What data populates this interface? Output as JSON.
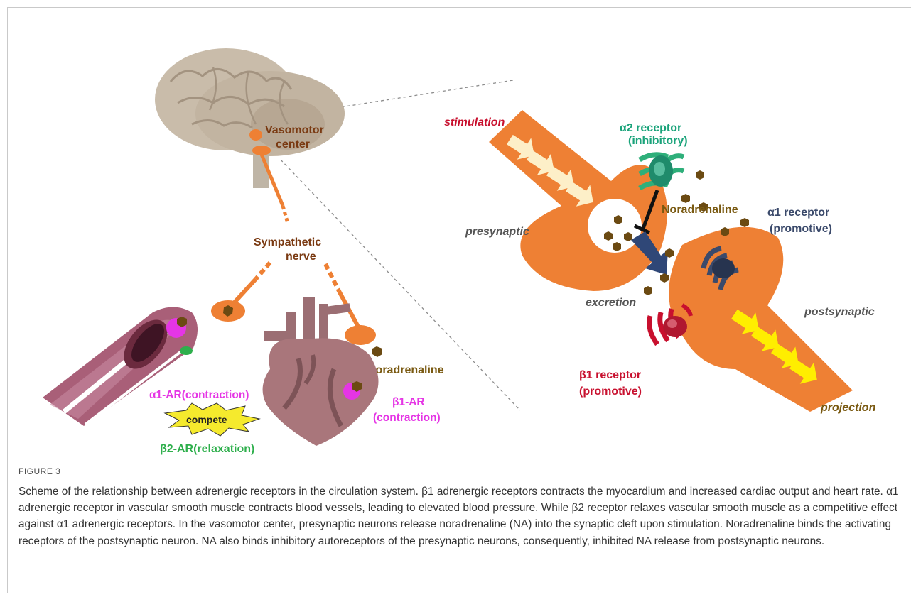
{
  "figure": {
    "label": "FIGURE 3",
    "caption": "Scheme of the relationship between adrenergic receptors in the circulation system. β1 adrenergic receptors contracts the myocardium and increased cardiac output and heart rate. α1 adrenergic receptor in vascular smooth muscle contracts blood vessels, leading to elevated blood pressure. While β2 receptor relaxes vascular smooth muscle as a competitive effect against α1 adrenergic receptors. In the vasomotor center, presynaptic neurons release noradrenaline (NA) into the synaptic cleft upon stimulation. Noradrenaline binds the activating receptors of the postsynaptic neuron. NA also binds inhibitory autoreceptors of the presynaptic neurons, consequently, inhibited NA release from postsynaptic neurons."
  },
  "left_panel": {
    "vasomotor_line1": "Vasomotor",
    "vasomotor_line2": "center",
    "sympathetic_line1": "Sympathetic",
    "sympathetic_line2": "nerve",
    "noradrenaline": "Noradrenaline",
    "alpha1_ar": "α1-AR(contraction)",
    "compete": "compete",
    "beta2_ar": "β2-AR(relaxation)",
    "beta1_ar_line1": "β1-AR",
    "beta1_ar_line2": "(contraction)"
  },
  "right_panel": {
    "stimulation": "stimulation",
    "alpha2_line1": "α2 receptor",
    "alpha2_line2": "(inhibitory)",
    "noradrenaline": "Noradrenaline",
    "alpha1_line1": "α1 receptor",
    "alpha1_line2": "(promotive)",
    "presynaptic": "presynaptic",
    "excretion": "excretion",
    "postsynaptic": "postsynaptic",
    "beta1_line1": "β1 receptor",
    "beta1_line2": "(promotive)",
    "projection": "projection"
  },
  "colors": {
    "neuron_orange": "#ee8034",
    "noradrenaline_brown": "#6b4a12",
    "label_brown": "#7a3a12",
    "alpha1_magenta": "#e535e5",
    "beta2_green": "#2eaf4c",
    "beta1_red": "#c8102e",
    "alpha2_green": "#1aa37a",
    "alpha1_navy": "#3b4a6b",
    "label_olive": "#7a5a12"
  }
}
